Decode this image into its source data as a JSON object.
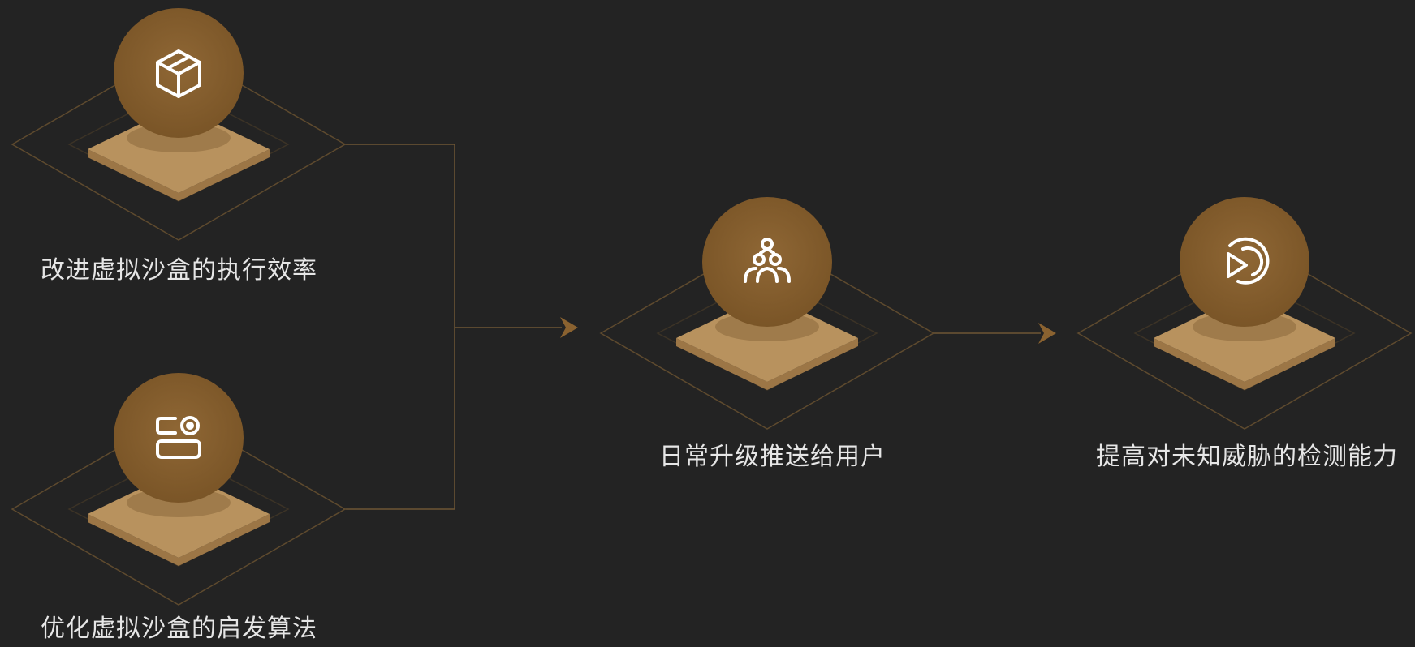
{
  "colors": {
    "background": "#232323",
    "accent": "#8a6230",
    "platform_top": "#b8925e",
    "platform_side": "#9c7646",
    "outline": "#6e5634",
    "icon_stroke": "#ffffff",
    "label_text": "#e6e6e6"
  },
  "nodes": {
    "sandbox_efficiency": {
      "label": "改进虚拟沙盒的执行效率",
      "icon": "box-icon"
    },
    "sandbox_heuristics": {
      "label": "优化虚拟沙盒的启发算法",
      "icon": "toggle-icon"
    },
    "daily_update": {
      "label": "日常升级推送给用户",
      "icon": "users-icon"
    },
    "detection": {
      "label": "提高对未知威胁的检测能力",
      "icon": "radar-icon"
    }
  }
}
